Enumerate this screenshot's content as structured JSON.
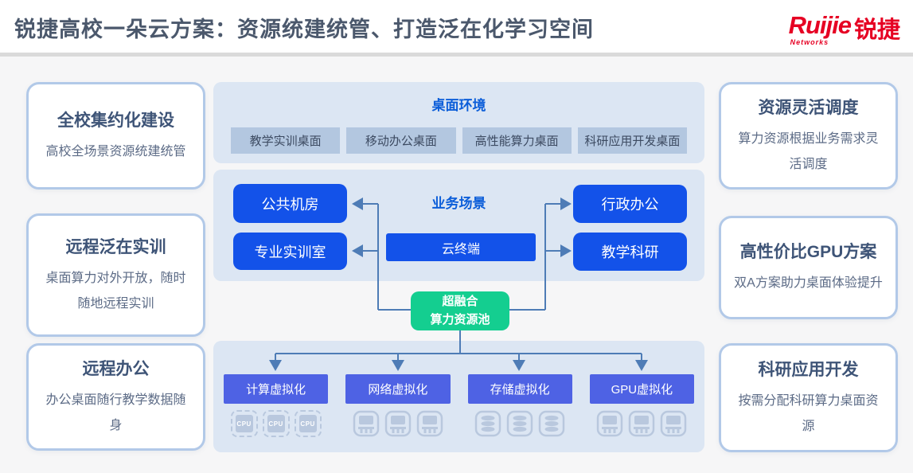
{
  "header": {
    "title": "锐捷高校一朵云方案：资源统建统管、打造泛在化学习空间",
    "logo": {
      "brand": "Ruijie",
      "sub": "Networks",
      "cn": "锐捷"
    }
  },
  "left_cards": [
    {
      "title": "全校集约化建设",
      "desc": "高校全场景资源统建统管"
    },
    {
      "title": "远程泛在实训",
      "desc": "桌面算力对外开放，随时随地远程实训"
    },
    {
      "title": "远程办公",
      "desc": "办公桌面随行教学数据随身"
    }
  ],
  "right_cards": [
    {
      "title": "资源灵活调度",
      "desc": "算力资源根据业务需求灵活调度"
    },
    {
      "title": "高性价比GPU方案",
      "desc": "双A方案助力桌面体验提升"
    },
    {
      "title": "科研应用开发",
      "desc": "按需分配科研算力桌面资源"
    }
  ],
  "center": {
    "desktop_env": {
      "title": "桌面环境",
      "items": [
        "教学实训桌面",
        "移动办公桌面",
        "高性能算力桌面",
        "科研应用开发桌面"
      ]
    },
    "business": {
      "title": "业务场景",
      "left": [
        "公共机房",
        "专业实训室"
      ],
      "right": [
        "行政办公",
        "教学科研"
      ],
      "terminal": "云终端"
    },
    "pool": {
      "line1": "超融合",
      "line2": "算力资源池"
    },
    "virtualization": {
      "cpu_label": "CPU",
      "items": [
        {
          "label": "计算虚拟化",
          "icon": "cpu-chip-icon"
        },
        {
          "label": "网络虚拟化",
          "icon": "network-card-icon"
        },
        {
          "label": "存储虚拟化",
          "icon": "storage-disk-icon"
        },
        {
          "label": "GPU虚拟化",
          "icon": "gpu-card-icon"
        }
      ]
    }
  },
  "colors": {
    "brand_red": "#e60023",
    "node_blue": "#1352e9",
    "virt_indigo": "#4e62e4",
    "pool_green": "#14ce90",
    "panel_bg": "#dce6f3",
    "desk_btn_bg": "#b3c7e0",
    "icon_gray_blue": "#b9c8de",
    "connector": "#4e7cb6",
    "title_slate": "#4b586c",
    "panel_title_blue": "#0c5ed9"
  }
}
